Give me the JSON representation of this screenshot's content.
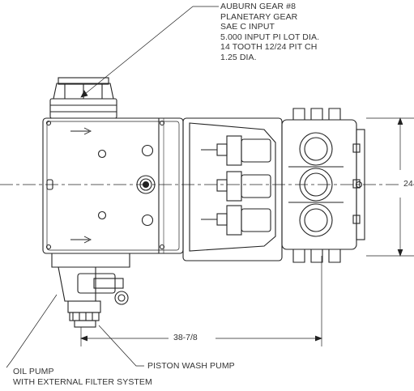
{
  "callouts": {
    "gear": {
      "lines": [
        "AUBURN GEAR #8",
        "PLANETARY GEAR",
        "SAE C INPUT",
        "5.000 INPUT PI LOT DIA.",
        "14  TOOTH 12/24 PIT CH",
        "1.25 DIA."
      ]
    },
    "piston_pump": "PISTON WASH PUMP",
    "oil_pump": [
      "OIL PUMP",
      "WITH EXTERNAL FILTER SYSTEM"
    ]
  },
  "dimensions": {
    "length": "38-7/8",
    "height": "24"
  },
  "colors": {
    "line": "#222222",
    "background": "#ffffff"
  }
}
